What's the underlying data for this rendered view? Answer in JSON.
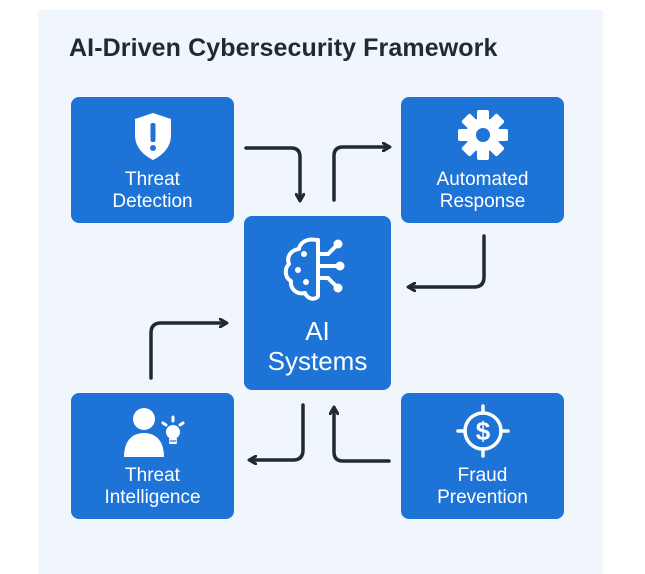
{
  "title": "AI-Driven Cybersecurity Framework",
  "center": {
    "line1": "AI",
    "line2": "Systems",
    "icon": "brain-circuit-icon"
  },
  "nodes": {
    "threat_detection": {
      "line1": "Threat",
      "line2": "Detection",
      "icon": "shield-alert-icon"
    },
    "automated_response": {
      "line1": "Automated",
      "line2": "Response",
      "icon": "gear-icon"
    },
    "threat_intelligence": {
      "line1": "Threat",
      "line2": "Intelligence",
      "icon": "person-lightbulb-icon"
    },
    "fraud_prevention": {
      "line1": "Fraud",
      "line2": "Prevention",
      "icon": "dollar-target-icon"
    }
  },
  "colors": {
    "card": "#1e73d6",
    "background": "#f1f6fc",
    "arrow": "#1f2a37",
    "title": "#1f2a37"
  }
}
